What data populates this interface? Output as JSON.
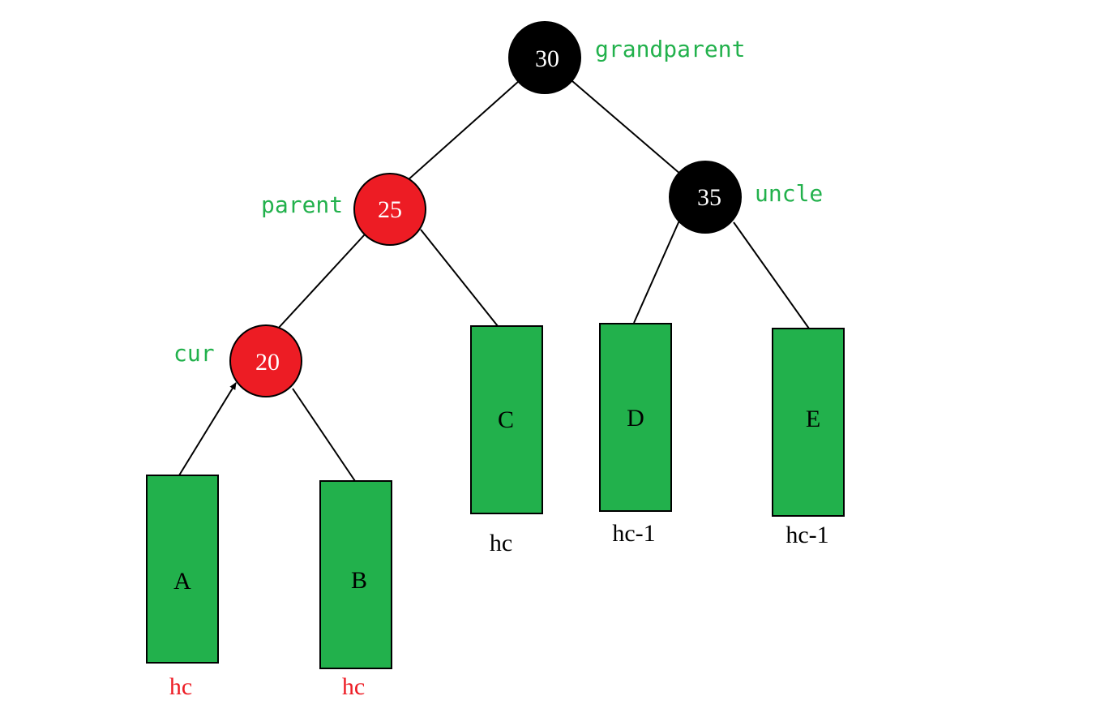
{
  "colors": {
    "red_node": "#ed1c24",
    "black_node": "#000000",
    "subtree_fill": "#22b14c",
    "role_label": "#22b14c",
    "height_default": "#000000",
    "height_highlight": "#ed1c24"
  },
  "nodes": {
    "grandparent": {
      "value": "30",
      "color": "black",
      "role": "grandparent"
    },
    "parent": {
      "value": "25",
      "color": "red",
      "role": "parent"
    },
    "uncle": {
      "value": "35",
      "color": "black",
      "role": "uncle"
    },
    "cur": {
      "value": "20",
      "color": "red",
      "role": "cur"
    }
  },
  "subtrees": {
    "a": {
      "label": "A",
      "height": "hc",
      "height_color": "red"
    },
    "b": {
      "label": "B",
      "height": "hc",
      "height_color": "red"
    },
    "c": {
      "label": "C",
      "height": "hc",
      "height_color": "black"
    },
    "d": {
      "label": "D",
      "height": "hc-1",
      "height_color": "black"
    },
    "e": {
      "label": "E",
      "height": "hc-1",
      "height_color": "black"
    }
  }
}
